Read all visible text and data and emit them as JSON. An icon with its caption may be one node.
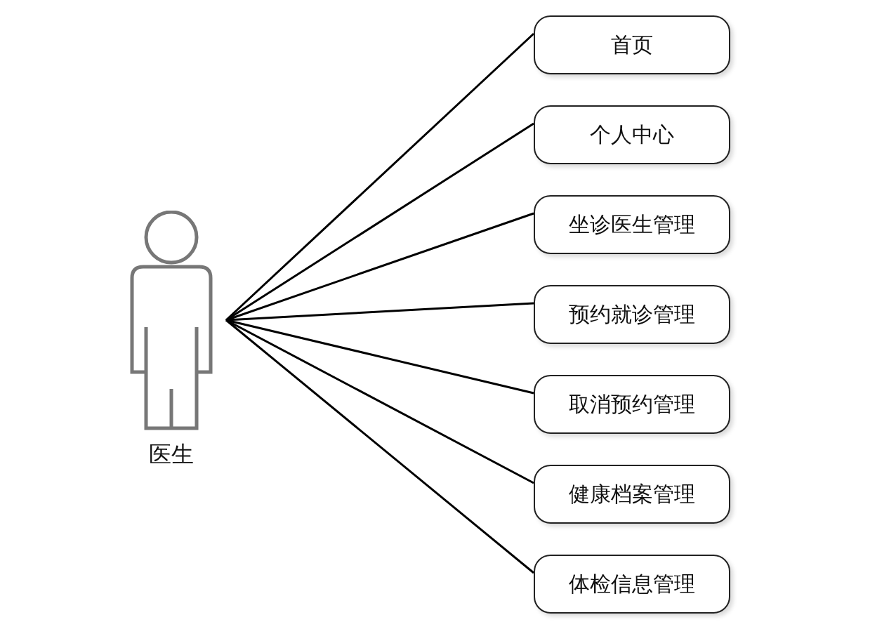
{
  "diagram": {
    "nodes": [
      {
        "text": [
          "医生"
        ]
      },
      {
        "text": [
          "首页"
        ]
      },
      {
        "text": [
          "个人中心"
        ]
      },
      {
        "text": [
          "坐诊医生管理"
        ]
      },
      {
        "text": [
          "预约就诊管理"
        ]
      },
      {
        "text": [
          "取消预约管理"
        ]
      },
      {
        "text": [
          "健康档案管理"
        ]
      },
      {
        "text": [
          "体检信息管理"
        ]
      }
    ],
    "edges": [
      {
        "from": 0,
        "to": 1,
        "arrow": "none"
      },
      {
        "from": 0,
        "to": 2,
        "arrow": "none"
      },
      {
        "from": 0,
        "to": 3,
        "arrow": "none"
      },
      {
        "from": 0,
        "to": 4,
        "arrow": "none"
      },
      {
        "from": 0,
        "to": 5,
        "arrow": "none"
      },
      {
        "from": 0,
        "to": 6,
        "arrow": "none"
      },
      {
        "from": 0,
        "to": 7,
        "arrow": "none"
      }
    ]
  }
}
